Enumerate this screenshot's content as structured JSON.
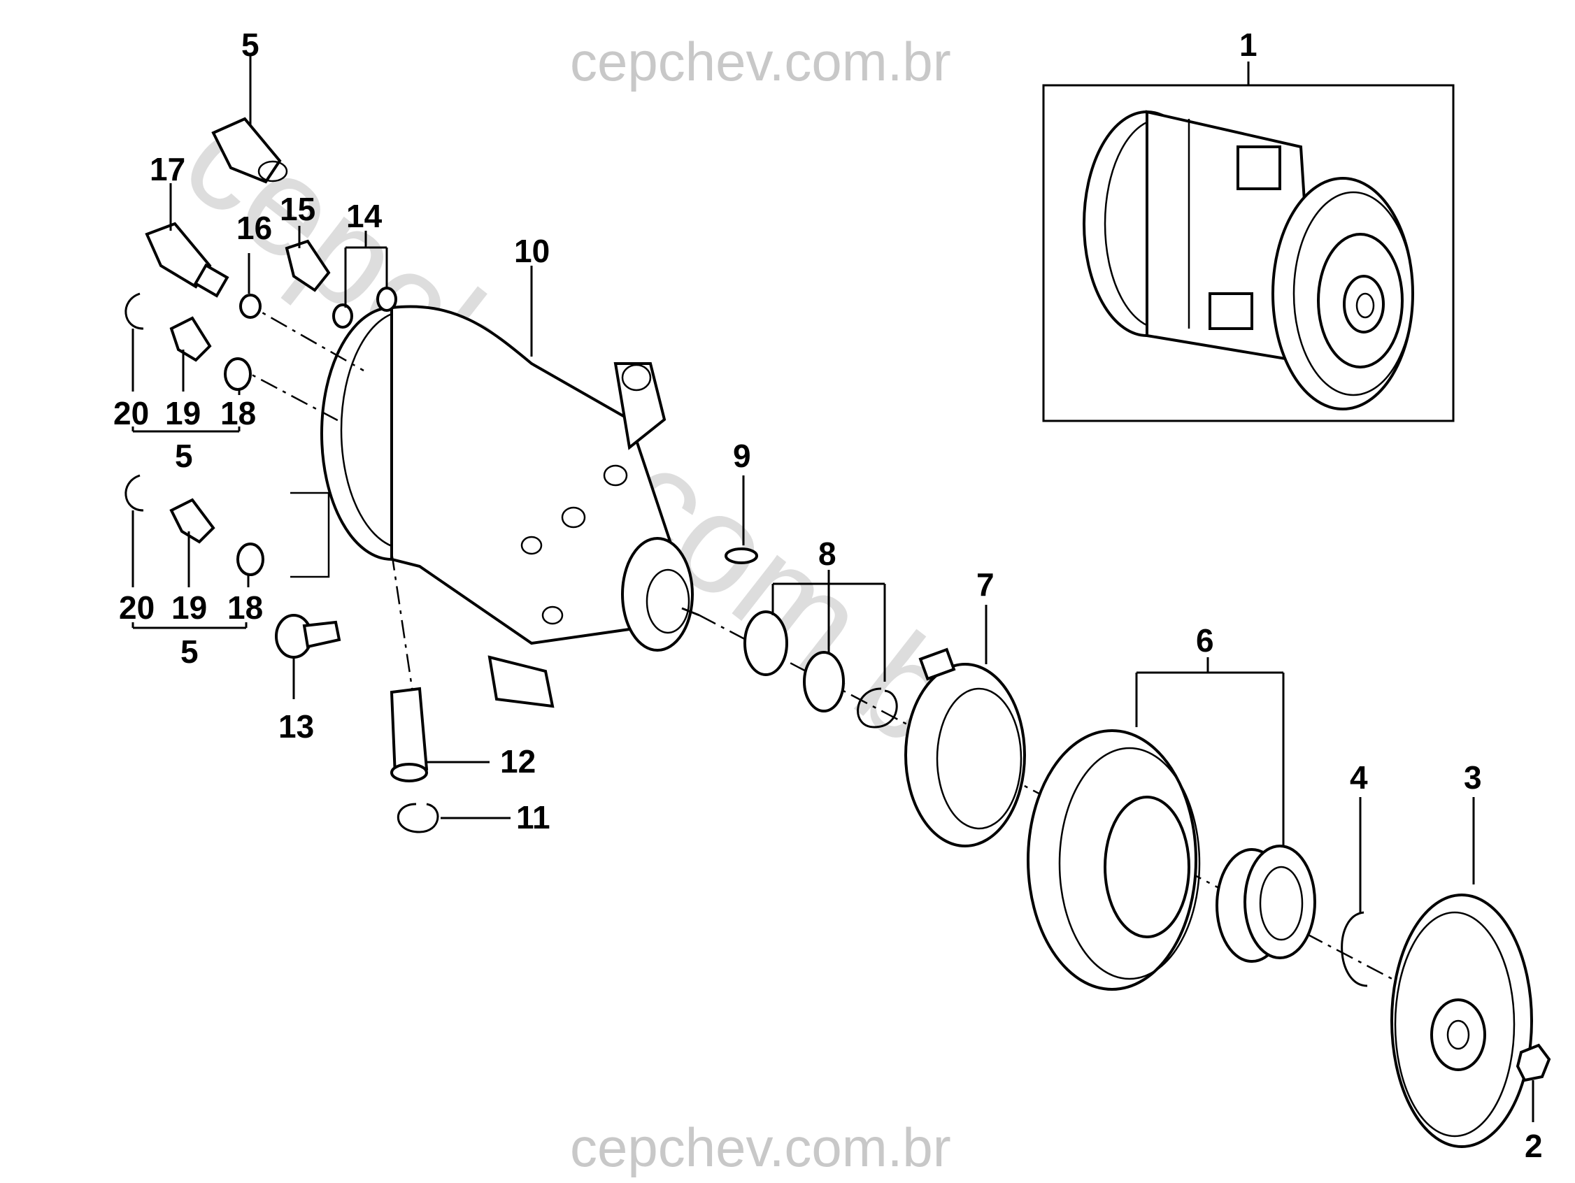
{
  "watermarks": {
    "top": "cepchev.com.br",
    "bottom": "cepchev.com.br",
    "diagonal": "cepchev.com.br"
  },
  "callouts": {
    "c1": "1",
    "c2": "2",
    "c3": "3",
    "c4": "4",
    "c5_top": "5",
    "c5_group_a": "5",
    "c5_group_b": "5",
    "c6": "6",
    "c7": "7",
    "c8": "8",
    "c9": "9",
    "c10": "10",
    "c11": "11",
    "c12": "12",
    "c13": "13",
    "c14": "14",
    "c15": "15",
    "c16": "16",
    "c17": "17",
    "c18_a": "18",
    "c19_a": "19",
    "c20_a": "20",
    "c18_b": "18",
    "c19_b": "19",
    "c20_b": "20"
  }
}
